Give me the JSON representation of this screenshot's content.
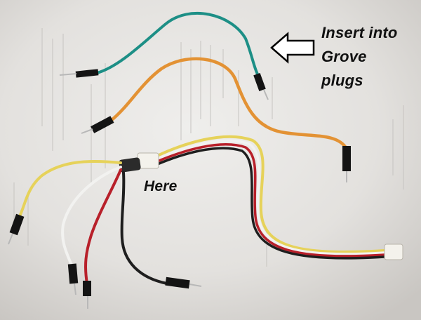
{
  "annotations": {
    "insert_line1": "Insert into",
    "insert_line2": "Grove",
    "insert_line3": "plugs",
    "here": "Here"
  },
  "wire_colors": {
    "teal": "#1d8f86",
    "orange": "#e39234",
    "yellow": "#e6d25a",
    "white": "#f2f2f0",
    "red": "#b8202a",
    "black": "#1e1e1e",
    "pin": "#141414",
    "tip": "#b8b8b8"
  },
  "icons": {
    "arrow": "left-arrow-outline-icon"
  }
}
